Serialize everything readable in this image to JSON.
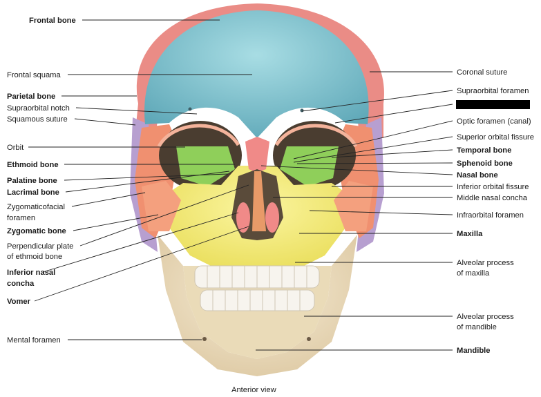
{
  "caption": "Anterior view",
  "labels": {
    "frontal_bone": "Frontal bone",
    "frontal_squama": "Frontal squama",
    "parietal_bone": "Parietal bone",
    "supraorbital_notch": "Supraorbital notch",
    "squamous_suture": "Squamous suture",
    "orbit": "Orbit",
    "ethmoid_bone": "Ethmoid bone",
    "palatine_bone": "Palatine bone",
    "lacrimal_bone": "Lacrimal bone",
    "zygomaticofacial_1": "Zygomaticofacial",
    "zygomaticofacial_2": "foramen",
    "zygomatic_bone": "Zygomatic bone",
    "perpendicular_1": "Perpendicular plate",
    "perpendicular_2": "of ethmoid bone",
    "inferior_nasal_1": "Inferior nasal",
    "inferior_nasal_2": "concha",
    "vomer": "Vomer",
    "mental_foramen": "Mental foramen",
    "coronal_suture": "Coronal suture",
    "supraorbital_foramen": "Supraorbital foramen",
    "optic_foramen": "Optic foramen (canal)",
    "superior_orbital_fissure": "Superior orbital fissure",
    "temporal_bone": "Temporal bone",
    "sphenoid_bone": "Sphenoid bone",
    "nasal_bone": "Nasal bone",
    "inferior_orbital_fissure": "Inferior orbital fissure",
    "middle_nasal_concha": "Middle nasal concha",
    "infraorbital_foramen": "Infraorbital foramen",
    "maxilla": "Maxilla",
    "alveolar_maxilla_1": "Alveolar process",
    "alveolar_maxilla_2": "of maxilla",
    "alveolar_mandible_1": "Alveolar process",
    "alveolar_mandible_2": "of mandible",
    "mandible": "Mandible"
  },
  "colors": {
    "frontal": "#7ec4d0",
    "parietal": "#ea8c86",
    "temporal": "#b79fd0",
    "sphenoid": "#f09070",
    "ethmoid": "#8fcf5a",
    "nasal": "#f08a88",
    "maxilla": "#f4ec79",
    "zygomatic": "#f4a07e",
    "mandible": "#eedfc0",
    "teeth": "#f7f4ee",
    "cavity": "#5a4b3a",
    "redacted_box": "#000000"
  }
}
